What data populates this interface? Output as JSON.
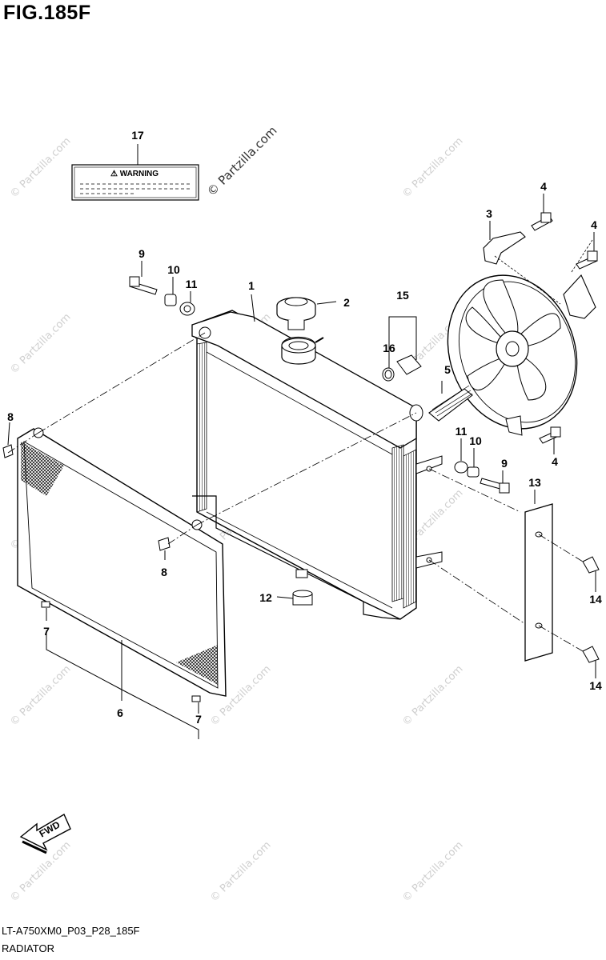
{
  "figure": {
    "title": "FIG.185F",
    "code": "LT-A750XM0_P03_P28_185F",
    "name": "RADIATOR",
    "watermark_main": "© Partzilla.com",
    "watermark_small": "© Partzilla.com",
    "warning_label": "⚠ WARNING",
    "fwd_label": "FWD"
  },
  "callouts": {
    "c1": "1",
    "c2": "2",
    "c3": "3",
    "c4a": "4",
    "c4b": "4",
    "c4c": "4",
    "c5": "5",
    "c6": "6",
    "c7a": "7",
    "c7b": "7",
    "c8a": "8",
    "c8b": "8",
    "c9a": "9",
    "c9b": "9",
    "c10a": "10",
    "c10b": "10",
    "c11a": "11",
    "c11b": "11",
    "c12": "12",
    "c13": "13",
    "c14a": "14",
    "c14b": "14",
    "c15": "15",
    "c16": "16",
    "c17": "17"
  }
}
